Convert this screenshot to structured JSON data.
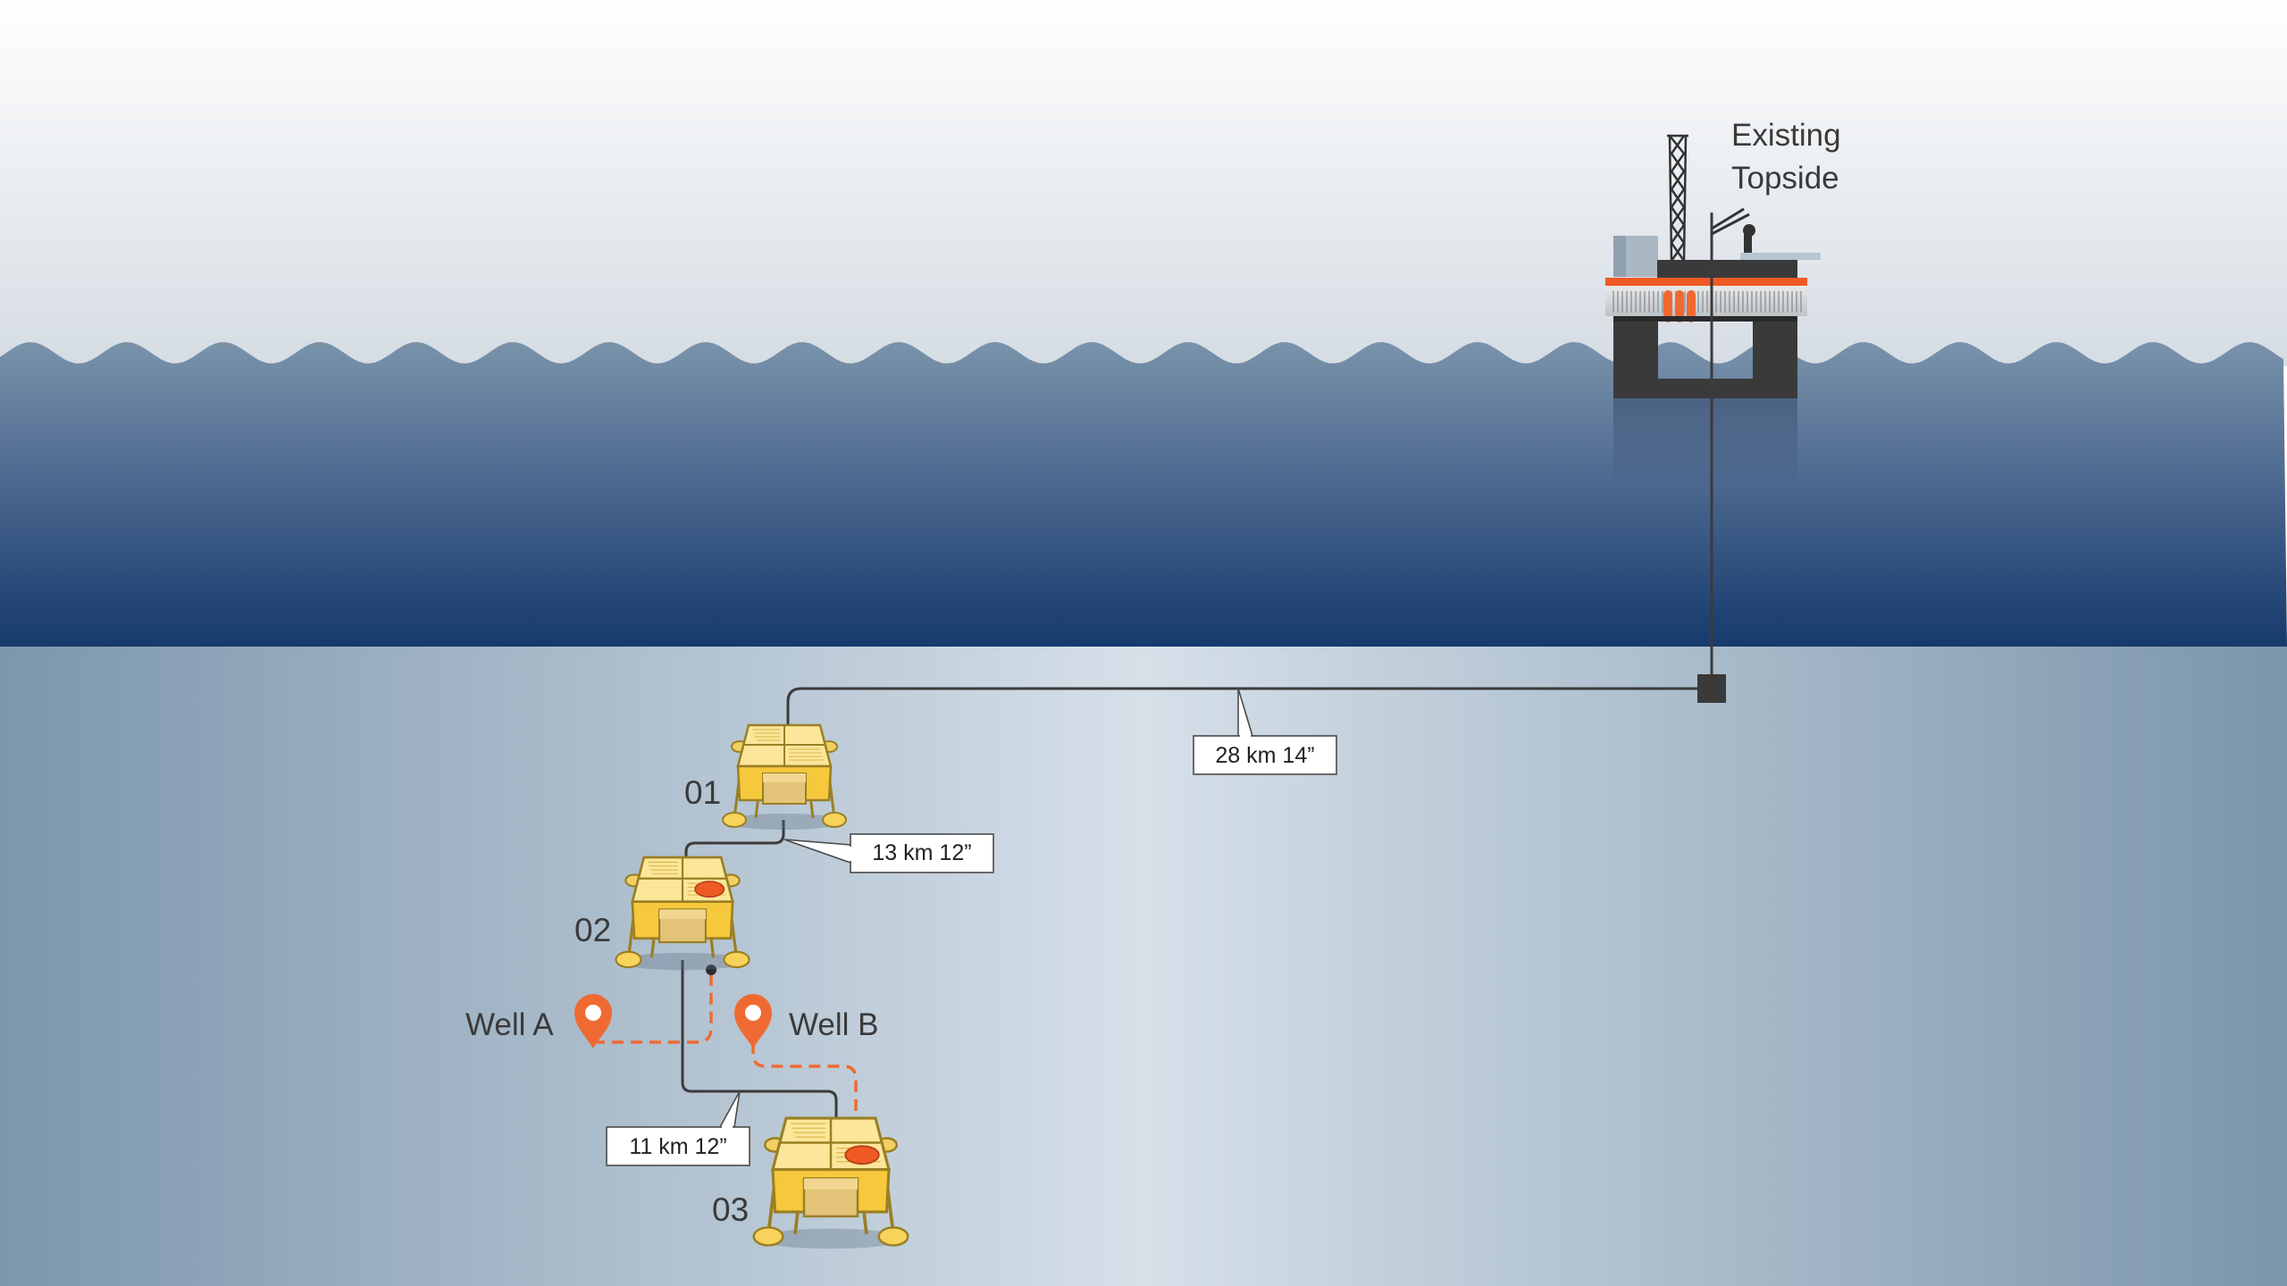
{
  "colors": {
    "sky_top": "#ffffff",
    "sky_bottom": "#d6dde4",
    "sea_top": "#7891aa",
    "sea_bottom": "#173a6c",
    "seabed_edge": "#7d97ad",
    "seabed_center": "#d7e1ea",
    "pipeline": "#3b3b3b",
    "well_marker": "#ef6a32",
    "template_yellow": "#f7d35c",
    "template_outline": "#9a7f25",
    "platform_dark": "#3a3a3a",
    "platform_accent": "#ef5a24"
  },
  "topside": {
    "label_line1": "Existing",
    "label_line2": "Topside"
  },
  "templates": [
    {
      "id": "01"
    },
    {
      "id": "02"
    },
    {
      "id": "03"
    }
  ],
  "pipelines": [
    {
      "label": "28 km 14”"
    },
    {
      "label": "13 km 12”"
    },
    {
      "label": "11 km 12”"
    }
  ],
  "wells": [
    {
      "label": "Well A"
    },
    {
      "label": "Well B"
    }
  ]
}
